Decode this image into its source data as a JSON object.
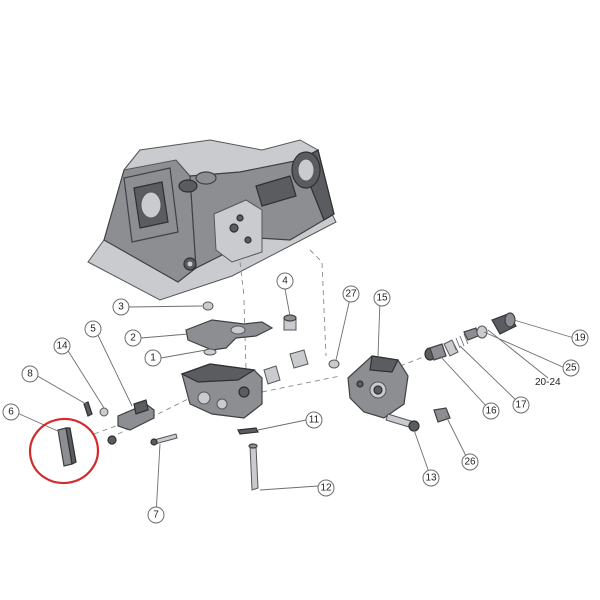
{
  "callouts": [
    {
      "label": "1"
    },
    {
      "label": "2"
    },
    {
      "label": "3"
    },
    {
      "label": "4"
    },
    {
      "label": "5"
    },
    {
      "label": "6"
    },
    {
      "label": "7"
    },
    {
      "label": "8"
    },
    {
      "label": "11"
    },
    {
      "label": "12"
    },
    {
      "label": "13"
    },
    {
      "label": "14"
    },
    {
      "label": "15"
    },
    {
      "label": "16"
    },
    {
      "label": "17"
    },
    {
      "label": "19"
    },
    {
      "label": "25"
    },
    {
      "label": "26"
    },
    {
      "label": "27"
    }
  ],
  "extra_label": "20-24",
  "colors": {
    "highlight": "#d42a2a",
    "part": "#8c8e92",
    "part_dark": "#5a5c60"
  }
}
